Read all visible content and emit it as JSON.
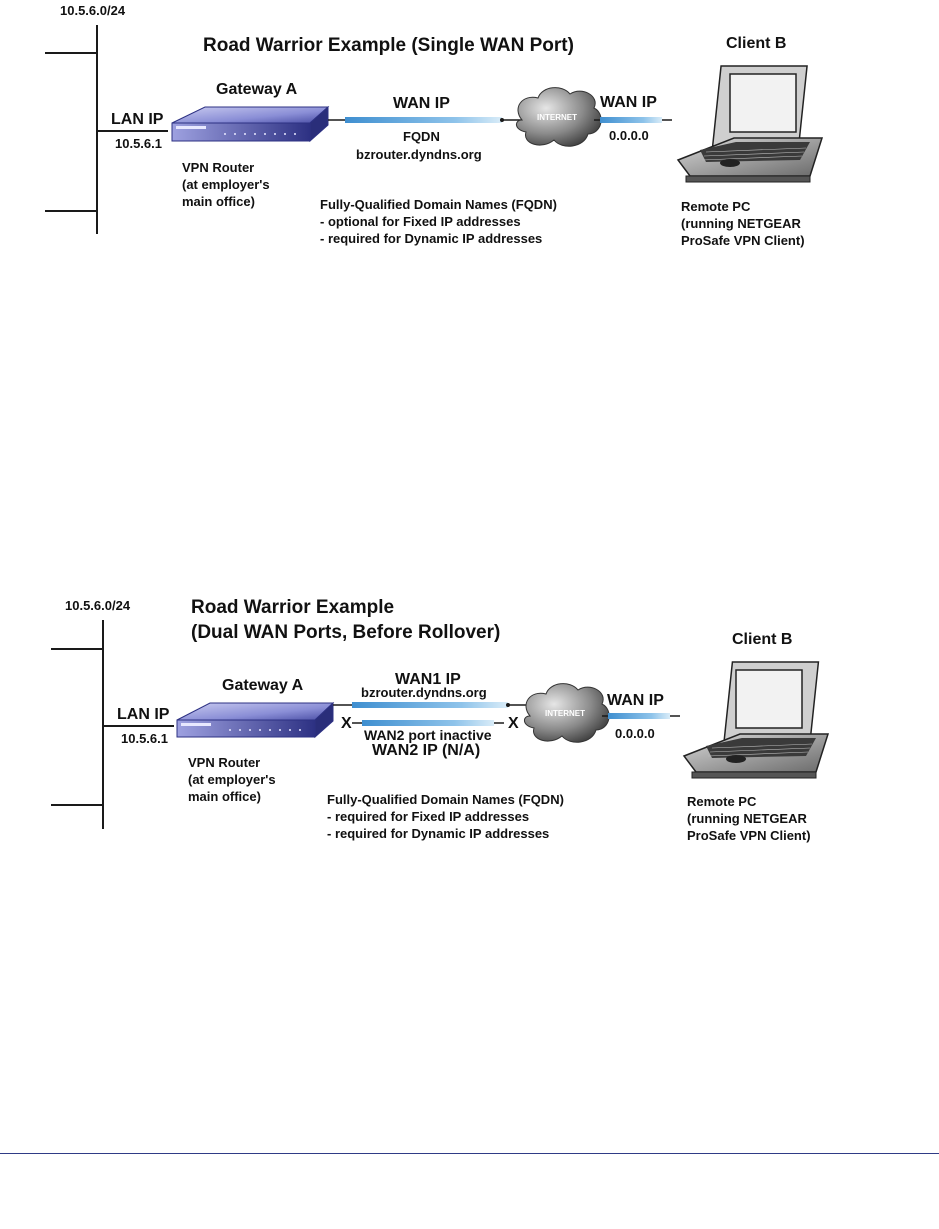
{
  "colors": {
    "router": "#4f53a8",
    "link": "#4a9bd4",
    "cloud": "#5a5a5a",
    "footer_rule": "#2f3b86"
  },
  "figure1": {
    "subnet": "10.5.6.0/24",
    "title": "Road Warrior Example (Single WAN Port)",
    "lan_ip_label": "LAN IP",
    "lan_ip_value": "10.5.6.1",
    "gateway_label": "Gateway A",
    "router_desc": "VPN Router\n(at employer's\nmain office)",
    "wan_ip_label": "WAN IP",
    "fqdn_label": "FQDN",
    "fqdn_value": "bzrouter.dyndns.org",
    "internet_label": "INTERNET",
    "client_wan_ip_label": "WAN IP",
    "client_wan_ip_value": "0.0.0.0",
    "client_label": "Client B",
    "client_desc": "Remote PC\n(running NETGEAR\nProSafe VPN Client)",
    "fqdn_note": "Fully-Qualified Domain Names (FQDN)\n- optional for Fixed IP addresses\n- required for Dynamic IP addresses"
  },
  "figure2": {
    "subnet": "10.5.6.0/24",
    "title_line1": "Road Warrior Example",
    "title_line2": "(Dual WAN Ports, Before Rollover)",
    "lan_ip_label": "LAN IP",
    "lan_ip_value": "10.5.6.1",
    "gateway_label": "Gateway A",
    "router_desc": "VPN Router\n(at employer's\nmain office)",
    "wan1_label": "WAN1 IP",
    "wan1_value": "bzrouter.dyndns.org",
    "x_left": "X",
    "x_right": "X",
    "wan2_status": "WAN2 port inactive",
    "wan2_label": "WAN2 IP (N/A)",
    "internet_label": "INTERNET",
    "client_wan_ip_label": "WAN IP",
    "client_wan_ip_value": "0.0.0.0",
    "client_label": "Client B",
    "client_desc": "Remote PC\n(running NETGEAR\nProSafe VPN Client)",
    "fqdn_note": "Fully-Qualified Domain Names (FQDN)\n- required for Fixed IP addresses\n- required for Dynamic IP addresses"
  }
}
